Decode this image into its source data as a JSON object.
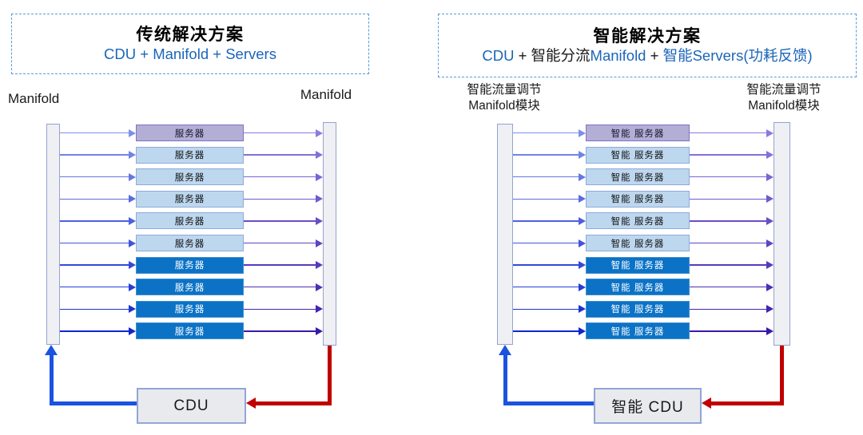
{
  "page": {
    "background": "#FFFFFF"
  },
  "colors": {
    "dashed_border": "#5B9BD5",
    "title_text": "#000000",
    "subtitle_blue": "#1B66B8",
    "subtitle_black": "#1A1A1A",
    "label_text": "#1A1A1A",
    "manifold_fill": "#EEF0F4",
    "manifold_border": "#95A3CF",
    "cdu_fill": "#E9EAEE",
    "cdu_border": "#93A5D8",
    "cdu_text": "#1A1A1A",
    "server_featured_fill": "#B3AED6",
    "server_featured_border": "#7D74C2",
    "server_featured_text": "#15152B",
    "server_light_fill": "#BDD7EE",
    "server_light_border": "#8FAADC",
    "server_light_text": "#121212",
    "server_dark_fill": "#0B72C6",
    "server_dark_border": "#3E8FD0",
    "server_dark_text": "#FFFFFF",
    "supply_line_from": "#7D8FE8",
    "supply_line_to": "#1126CF",
    "return_line_from": "#8C7AE0",
    "return_line_to": "#3A18AA",
    "supply_loop": "#1A53E0",
    "return_loop": "#C00000"
  },
  "panels": [
    {
      "id": "traditional",
      "title": "传统解决方案",
      "subtitle_segments": [
        {
          "text": "CDU + Manifold + Servers",
          "color": "#1B66B8"
        }
      ],
      "manifold_label_left": {
        "lines": [
          "Manifold"
        ]
      },
      "manifold_label_right": {
        "lines": [
          "Manifold"
        ]
      },
      "servers": [
        {
          "label": "服务器",
          "type": "featured"
        },
        {
          "label": "服务器",
          "type": "light"
        },
        {
          "label": "服务器",
          "type": "light"
        },
        {
          "label": "服务器",
          "type": "light"
        },
        {
          "label": "服务器",
          "type": "light"
        },
        {
          "label": "服务器",
          "type": "light"
        },
        {
          "label": "服务器",
          "type": "dark"
        },
        {
          "label": "服务器",
          "type": "dark"
        },
        {
          "label": "服务器",
          "type": "dark"
        },
        {
          "label": "服务器",
          "type": "dark"
        }
      ],
      "cdu_label": "CDU"
    },
    {
      "id": "smart",
      "title": "智能解决方案",
      "subtitle_segments": [
        {
          "text": "CDU ",
          "color": "#1B66B8"
        },
        {
          "text": "+ ",
          "color": "#1A1A1A"
        },
        {
          "text": "智能分流",
          "color": "#1A1A1A"
        },
        {
          "text": "Manifold ",
          "color": "#1B66B8"
        },
        {
          "text": "+ ",
          "color": "#1A1A1A"
        },
        {
          "text": "智能Servers(功耗反馈)",
          "color": "#1B66B8"
        }
      ],
      "manifold_label_left": {
        "lines": [
          "智能流量调节",
          "Manifold模块"
        ]
      },
      "manifold_label_right": {
        "lines": [
          "智能流量调节",
          "Manifold模块"
        ]
      },
      "servers": [
        {
          "label": "智能 服务器",
          "type": "featured"
        },
        {
          "label": "智能 服务器",
          "type": "light"
        },
        {
          "label": "智能 服务器",
          "type": "light"
        },
        {
          "label": "智能 服务器",
          "type": "light"
        },
        {
          "label": "智能 服务器",
          "type": "light"
        },
        {
          "label": "智能 服务器",
          "type": "light"
        },
        {
          "label": "智能 服务器",
          "type": "dark"
        },
        {
          "label": "智能 服务器",
          "type": "dark"
        },
        {
          "label": "智能 服务器",
          "type": "dark"
        },
        {
          "label": "智能 服务器",
          "type": "dark"
        }
      ],
      "cdu_label": "智能 CDU"
    }
  ]
}
